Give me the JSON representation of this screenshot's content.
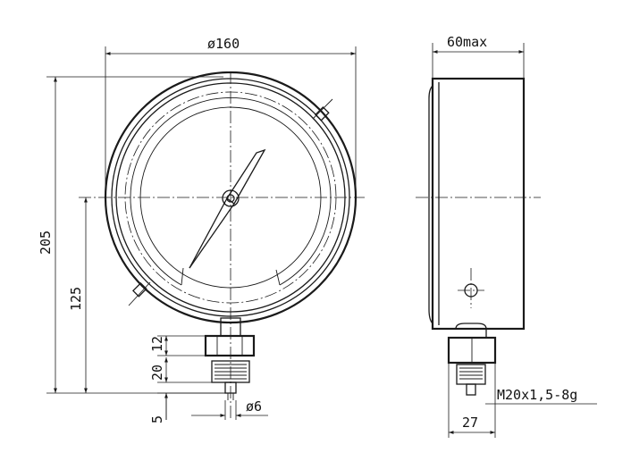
{
  "dimensions": {
    "case_diameter": "160",
    "case_depth": "60max",
    "overall_height": "205",
    "center_to_bottom": "125",
    "hex_height": "12",
    "thread_length": "20",
    "tip_length": "5",
    "tip_diameter": "6",
    "thread_spec": "M20x1,5-8g",
    "hex_width": "27"
  },
  "symbols": {
    "diameter": "ø"
  }
}
